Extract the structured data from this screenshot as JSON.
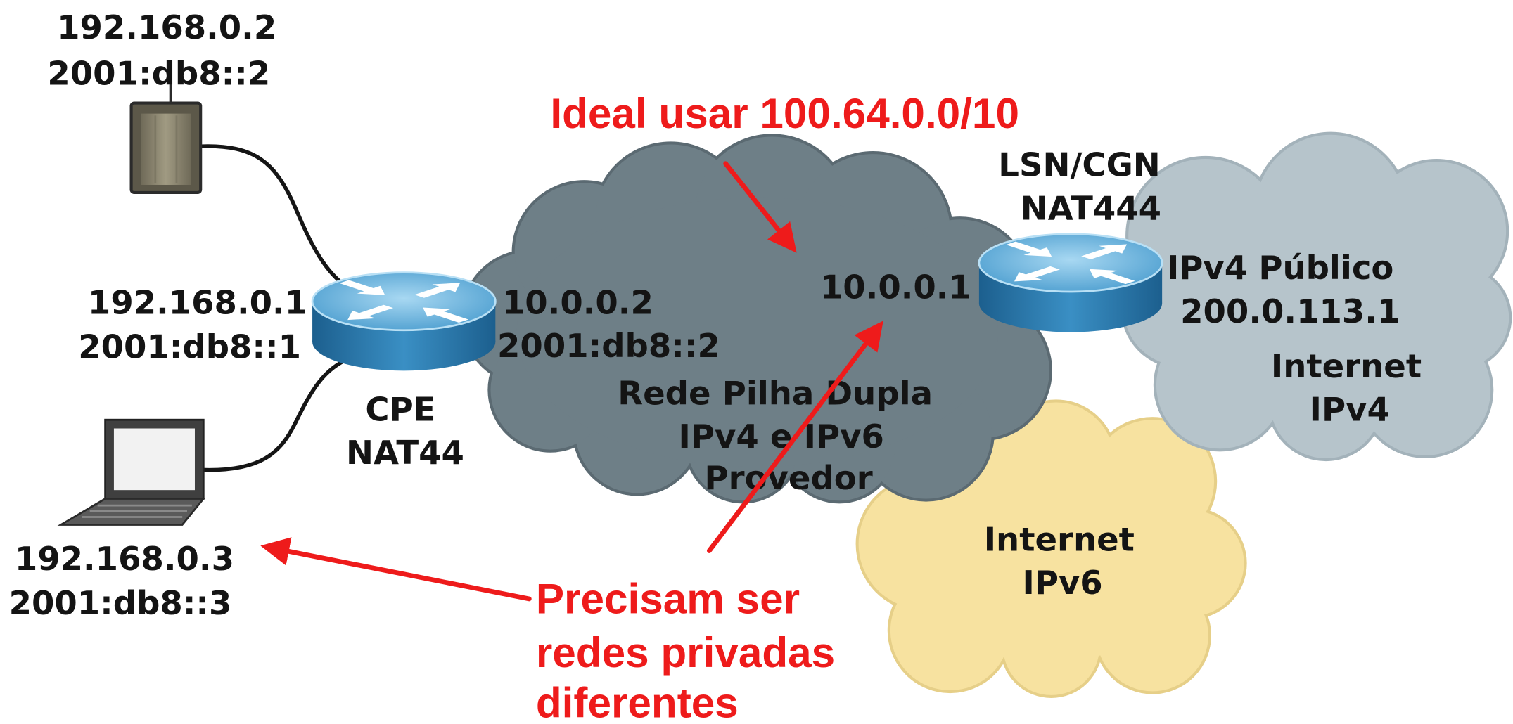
{
  "devices": {
    "phone": {
      "ipv4": "192.168.0.2",
      "ipv6": "2001:db8::2"
    },
    "cpe": {
      "ipv4": "192.168.0.1",
      "ipv6": "2001:db8::1",
      "label": "CPE",
      "nat": "NAT44",
      "wan_ipv4": "10.0.0.2",
      "wan_ipv6": "2001:db8::2"
    },
    "laptop": {
      "ipv4": "192.168.0.3",
      "ipv6": "2001:db8::3"
    },
    "lsn": {
      "label": "LSN/CGN",
      "nat": "NAT444",
      "inside_ipv4": "10.0.0.1",
      "public_label": "IPv4 Público",
      "public_ipv4": "200.0.113.1"
    }
  },
  "clouds": {
    "provider": {
      "lines": [
        "Rede Pilha Dupla",
        "IPv4 e IPv6",
        "Provedor"
      ],
      "color": "#6e7f87",
      "edge": "#5b6a72"
    },
    "internet_ipv4": {
      "lines": [
        "Internet",
        "IPv4"
      ],
      "color": "#b6c4cb",
      "edge": "#a3b2ba"
    },
    "internet_ipv6": {
      "lines": [
        "Internet",
        "IPv6"
      ],
      "color": "#f7e2a0",
      "edge": "#e6cf88"
    }
  },
  "annotations": {
    "ideal": "Ideal usar 100.64.0.0/10",
    "private": [
      "Precisam ser",
      "redes privadas",
      "diferentes"
    ],
    "color": "#ee1b1b"
  }
}
